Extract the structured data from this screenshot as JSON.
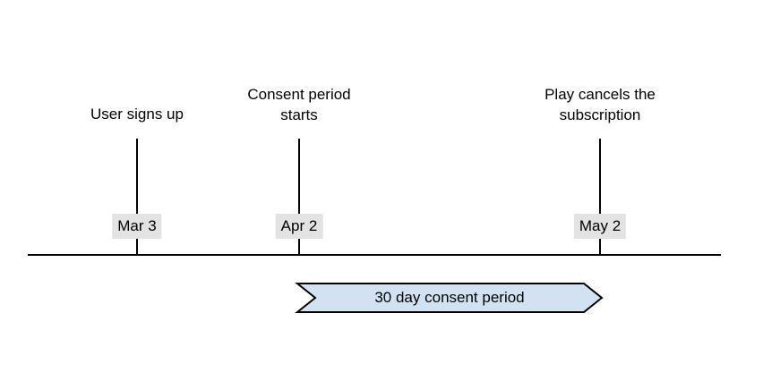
{
  "diagram": {
    "type": "timeline",
    "background_color": "#ffffff",
    "axis": {
      "line_color": "#000000"
    },
    "events": [
      {
        "id": "signup",
        "caption": "User signs up",
        "date_label": "Mar 3",
        "x_percent": 17.96,
        "caption_lines": 1
      },
      {
        "id": "consent-start",
        "caption": "Consent period\nstarts",
        "date_label": "Apr 2",
        "x_percent": 39.2,
        "caption_lines": 2
      },
      {
        "id": "cancel",
        "caption": "Play cancels the\nsubscription",
        "date_label": "May 2",
        "x_percent": 78.64,
        "caption_lines": 2
      }
    ],
    "banner": {
      "label": "30 day consent period",
      "fill_color": "#d2e2f2",
      "stroke_color": "#000000"
    },
    "colors": {
      "date_chip_background": "#e3e3e3",
      "text": "#000000",
      "banner_fill": "#d2e2f2",
      "line": "#000000"
    }
  }
}
